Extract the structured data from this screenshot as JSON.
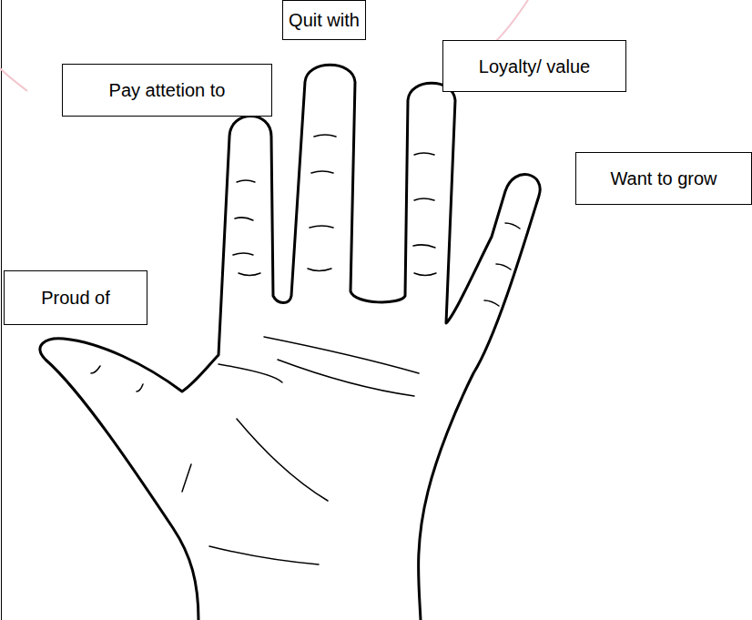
{
  "diagram": {
    "nodes": [
      {
        "text": [
          "Quit with"
        ]
      },
      {
        "text": [
          "Loyalty/ value"
        ]
      },
      {
        "text": [
          "Pay attetion to"
        ]
      },
      {
        "text": [
          "Want to grow"
        ]
      },
      {
        "text": [
          "Proud of"
        ]
      }
    ]
  }
}
